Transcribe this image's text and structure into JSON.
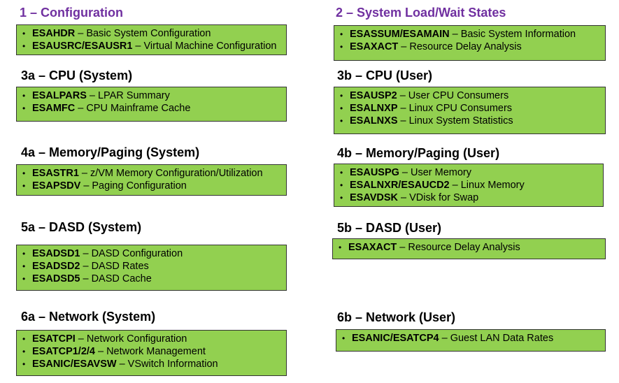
{
  "sections": {
    "s1": {
      "title": "1 – Configuration",
      "items": [
        {
          "code": "ESAHDR",
          "desc": "Basic System Configuration"
        },
        {
          "code": "ESAUSRC/ESAUSR1",
          "desc": "Virtual Machine Configuration"
        }
      ]
    },
    "s2": {
      "title": "2 – System Load/Wait States",
      "items": [
        {
          "code": "ESASSUM/ESAMAIN",
          "desc": "Basic System Information"
        },
        {
          "code": "ESAXACT",
          "desc": "Resource Delay Analysis"
        }
      ]
    },
    "s3a": {
      "title": "3a – CPU (System)",
      "items": [
        {
          "code": "ESALPARS",
          "desc": "LPAR Summary"
        },
        {
          "code": "ESAMFC",
          "desc": "CPU Mainframe Cache"
        }
      ]
    },
    "s3b": {
      "title": "3b – CPU (User)",
      "items": [
        {
          "code": "ESAUSP2",
          "desc": "User CPU Consumers"
        },
        {
          "code": "ESALNXP",
          "desc": "Linux CPU Consumers"
        },
        {
          "code": "ESALNXS",
          "desc": "Linux System Statistics"
        }
      ]
    },
    "s4a": {
      "title": "4a – Memory/Paging (System)",
      "items": [
        {
          "code": "ESASTR1",
          "desc": "z/VM Memory Configuration/Utilization"
        },
        {
          "code": "ESAPSDV",
          "desc": "Paging Configuration"
        }
      ]
    },
    "s4b": {
      "title": "4b – Memory/Paging (User)",
      "items": [
        {
          "code": "ESAUSPG",
          "desc": "User Memory"
        },
        {
          "code": "ESALNXR/ESAUCD2",
          "desc": "Linux Memory"
        },
        {
          "code": "ESAVDSK",
          "desc": "VDisk for Swap"
        }
      ]
    },
    "s5a": {
      "title": "5a – DASD (System)",
      "items": [
        {
          "code": "ESADSD1",
          "desc": "DASD Configuration"
        },
        {
          "code": "ESADSD2",
          "desc": "DASD Rates"
        },
        {
          "code": "ESADSD5",
          "desc": "DASD Cache"
        }
      ]
    },
    "s5b": {
      "title": "5b – DASD (User)",
      "items": [
        {
          "code": "ESAXACT",
          "desc": "Resource Delay Analysis"
        }
      ]
    },
    "s6a": {
      "title": "6a – Network (System)",
      "items": [
        {
          "code": "ESATCPI",
          "desc": "Network Configuration"
        },
        {
          "code": "ESATCP1/2/4",
          "desc": "Network Management"
        },
        {
          "code": "ESANIC/ESAVSW",
          "desc": "VSwitch Information"
        }
      ]
    },
    "s6b": {
      "title": "6b – Network (User)",
      "items": [
        {
          "code": "ESANIC/ESATCP4",
          "desc": "Guest LAN Data Rates"
        }
      ]
    }
  },
  "separator": "–",
  "bullet": "•",
  "colors": {
    "box_fill": "#92d050",
    "box_border": "#333333",
    "heading_purple": "#7030a0",
    "heading_black": "#000000"
  }
}
